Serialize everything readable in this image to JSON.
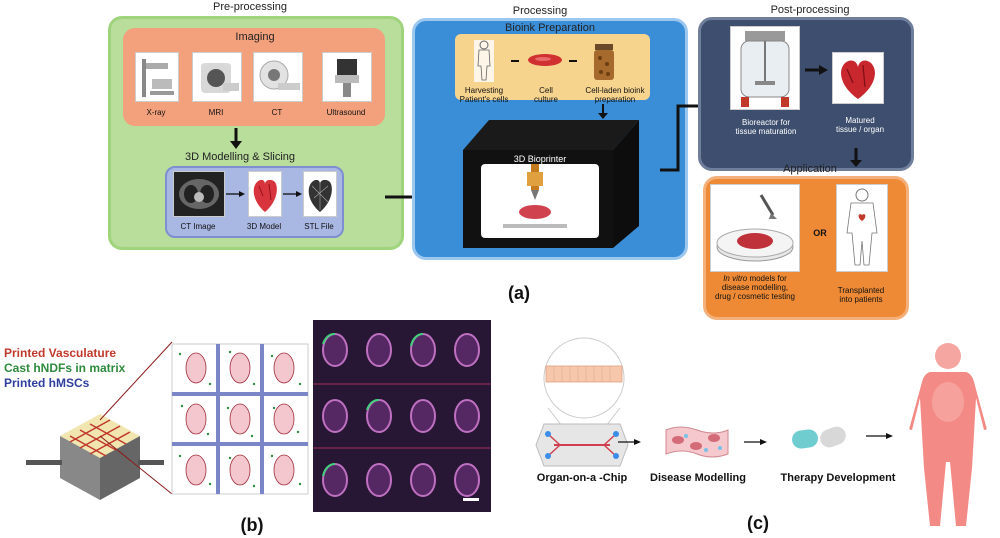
{
  "panel_a": {
    "label": "(a)",
    "preprocessing": {
      "title": "Pre-processing",
      "imaging": {
        "title": "Imaging",
        "items": [
          "X-ray",
          "MRI",
          "CT",
          "Ultrasound"
        ]
      },
      "modelling": {
        "title": "3D Modelling & Slicing",
        "items": [
          "CT Image",
          "3D Model",
          "STL File"
        ]
      }
    },
    "processing": {
      "title": "Processing",
      "bioink": {
        "title": "Bioink Preparation",
        "items": [
          "Harvesting\nPatient's cells",
          "Cell\nculture",
          "Cell-laden bioink\npreparation"
        ]
      },
      "printer_label": "3D Bioprinter"
    },
    "postprocessing": {
      "title": "Post-processing",
      "items": [
        "Bioreactor for\ntissue maturation",
        "Matured\ntissue / organ"
      ]
    },
    "application": {
      "title": "Application",
      "invitro_italic": "In vitro",
      "invitro_rest": " models for\ndisease modelling,\ndrug / cosmetic testing",
      "or": "OR",
      "transplant": "Transplanted\ninto patients"
    }
  },
  "panel_b": {
    "label": "(b)",
    "legend": [
      {
        "text": "Printed Vasculature",
        "color": "#c0392b"
      },
      {
        "text": "Cast hNDFs in matrix",
        "color": "#2e8b3d"
      },
      {
        "text": "Printed hMSCs",
        "color": "#2f3f9e"
      }
    ]
  },
  "panel_c": {
    "label": "(c)",
    "steps": [
      "Organ-on-a -Chip",
      "Disease Modelling",
      "Therapy Development"
    ]
  }
}
